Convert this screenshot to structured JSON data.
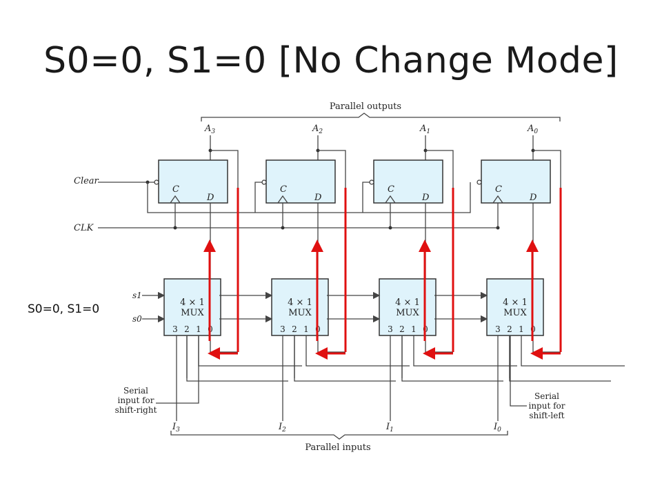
{
  "title": "S0=0, S1=0 [No Change Mode]",
  "side_label": "S0=0, S1=0",
  "diagram": {
    "parallel_outputs": "Parallel outputs",
    "parallel_inputs": "Parallel inputs",
    "clear": "Clear",
    "clk": "CLK",
    "s1": "s1",
    "s0": "s0",
    "outputs": [
      "A3",
      "A2",
      "A1",
      "A0"
    ],
    "inputs": [
      "I3",
      "I2",
      "I1",
      "I0"
    ],
    "ff_c": "C",
    "ff_d": "D",
    "mux_line1": "4 × 1",
    "mux_line2": "MUX",
    "mux_pins": [
      "3",
      "2",
      "1",
      "0"
    ],
    "serial_right": [
      "Serial",
      "input for",
      "shift-right"
    ],
    "serial_left": [
      "Serial",
      "input for",
      "shift-left"
    ]
  },
  "colors": {
    "flipflop_fill": "#dff3fb",
    "highlight": "#e01010"
  }
}
